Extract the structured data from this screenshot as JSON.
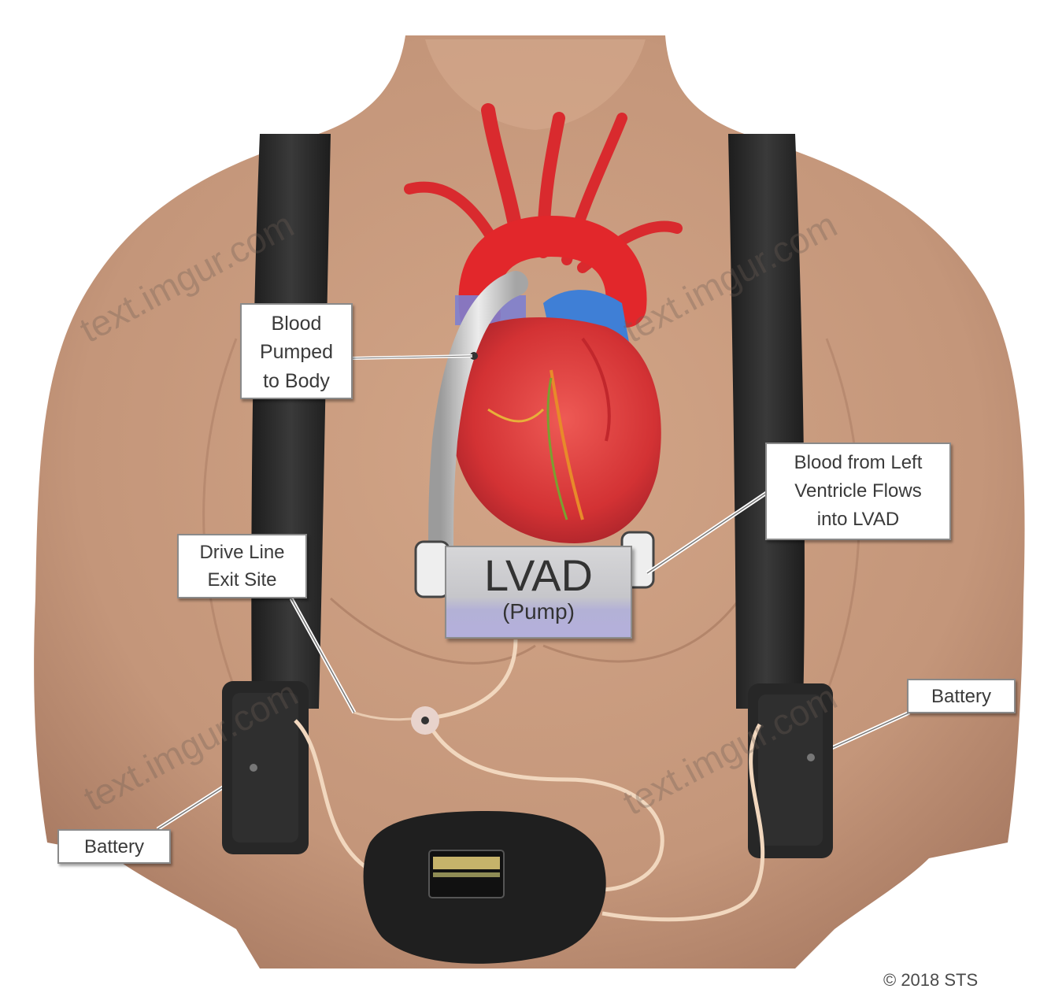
{
  "labels": {
    "blood_pumped": "Blood\nPumped\nto Body",
    "blood_from_lv": "Blood from Left\nVentricle Flows\ninto LVAD",
    "drive_line": "Drive Line\nExit Site",
    "battery_right": "Battery",
    "battery_left": "Battery",
    "pump_title": "LVAD",
    "pump_sub": "(Pump)"
  },
  "copyright": "© 2018 STS",
  "watermark": "text.imgur.com",
  "colors": {
    "skin": "#c99a7c",
    "skin_dark": "#a7775c",
    "strap": "#2b2b2b",
    "heart": "#d8393a",
    "aorta": "#e0282c",
    "vein": "#3f7fd6",
    "graft": "#c9c9c9",
    "cable": "#f1d7be"
  }
}
